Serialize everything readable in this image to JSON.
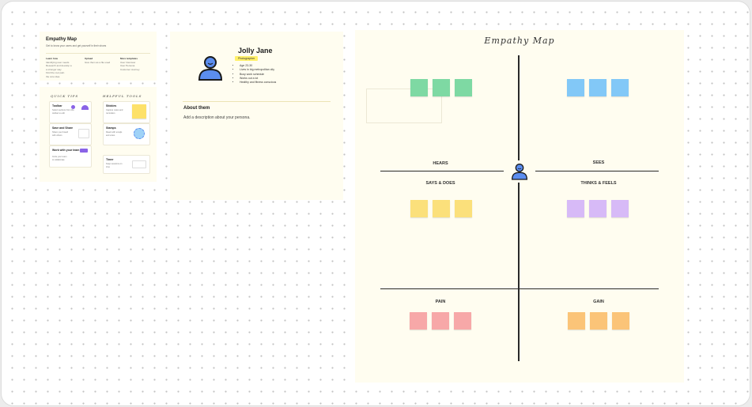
{
  "intro": {
    "title": "Empathy Map",
    "subtitle": "Get to know your users and get yourself in their shoes",
    "columns": [
      {
        "heading": "Learn how",
        "lines": [
          "Identifying user needs",
          "Research and develop a",
          "a stronger way",
          "Find the root pain",
          "the core idea"
        ]
      },
      {
        "heading": "Upload",
        "lines": [
          "Give them as a file used"
        ]
      },
      {
        "heading": "More templates",
        "lines": [
          "User Interview",
          "User Persona",
          "Customer Journey"
        ]
      }
    ]
  },
  "tips": {
    "quick_title": "QUICK TIPS",
    "helpful_title": "HELPFUL TOOLS",
    "quick": [
      {
        "title": "Toolbar",
        "lines": [
          "Select sections from the",
          "toolbar to edit"
        ]
      },
      {
        "title": "Save and Share",
        "lines": [
          "Share your board",
          "with others"
        ]
      },
      {
        "title": "Work with your team",
        "lines": [
          "Invite your team",
          "to collaborate"
        ]
      }
    ],
    "tools": [
      {
        "title": "Stickies",
        "lines": [
          "Capture notes and",
          "reminders"
        ]
      },
      {
        "title": "Stamps",
        "lines": [
          "React with emojis",
          "and votes"
        ]
      },
      {
        "title": "Timer",
        "lines": [
          "Keep sessions on",
          "time"
        ]
      }
    ]
  },
  "persona": {
    "name": "Jolly Jane",
    "tag": "Photographer",
    "bullets": [
      "Age 23-30",
      "Lives in big metropolitan city",
      "Busy work schedule",
      "Works out a lot",
      "Healthy and fitness conscious"
    ],
    "about_title": "About them",
    "about_text": "Add a description about your persona."
  },
  "map": {
    "title": "Empathy Map",
    "hears": "HEARS",
    "sees": "SEES",
    "says_does": "SAYS & DOES",
    "thinks_feels": "THINKS & FEELS",
    "pain": "PAIN",
    "gain": "GAIN"
  },
  "colors": {
    "accent_blue": "#5b8def",
    "avatar_outline": "#1a1a1a",
    "panel_bg": "#fffdf0",
    "tag_bg": "#fff06a"
  }
}
